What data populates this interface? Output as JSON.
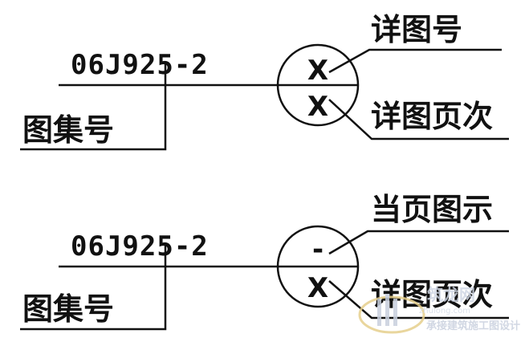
{
  "top_diagram": {
    "atlas_code": "06J925-2",
    "atlas_label": "图集号",
    "upper_symbol": "X",
    "lower_symbol": "X",
    "upper_callout": "详图号",
    "lower_callout": "详图页次"
  },
  "bottom_diagram": {
    "atlas_code": "06J925-2",
    "atlas_label": "图集号",
    "upper_symbol": "-",
    "lower_symbol": "X",
    "upper_callout": "当页图示",
    "lower_callout": "详图页次"
  },
  "watermark": {
    "line1": "筑龙网",
    "line2": "zhulong.com",
    "line3": "承接建筑施工图设计"
  }
}
